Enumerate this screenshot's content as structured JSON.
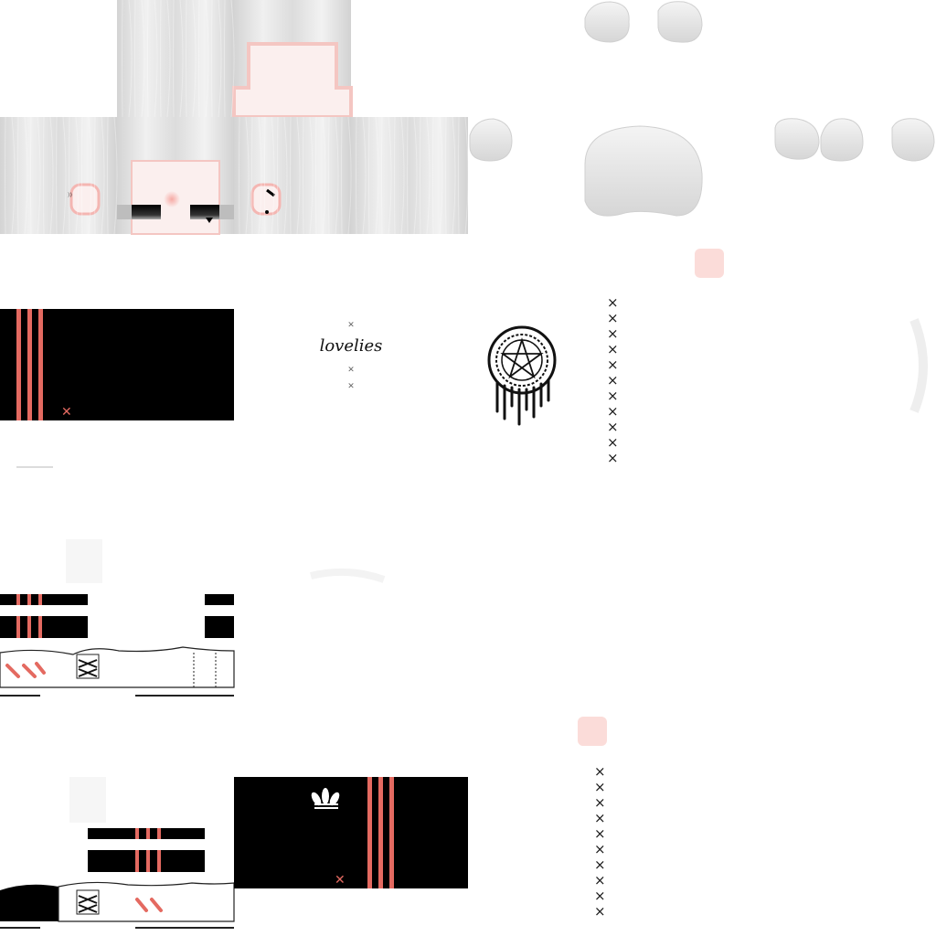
{
  "skin": {
    "palette": {
      "hair_base": "#e4e4e4",
      "hair_light": "#f2f2f2",
      "hair_shade": "#c9c9c9",
      "skin_base": "#fbefee",
      "skin_blush": "#f4b6b2",
      "outfit_black": "#000000",
      "accent_coral": "#e46a61",
      "outline_white": "#ffffff",
      "stitch_black": "#1a1a1a"
    },
    "stitch_mark": "×",
    "stitch_column_top_count": 11,
    "stitch_column_bottom_count": 10,
    "shirt_logo": "adidas-trefoil-logo",
    "emblem": "pentagram-seal-emblem",
    "signature_text": "lovelies"
  }
}
